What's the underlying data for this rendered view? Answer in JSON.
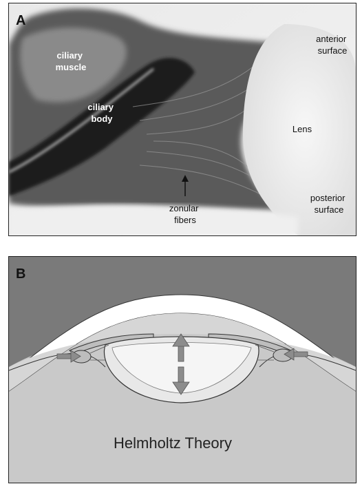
{
  "panel_a": {
    "letter": "A",
    "labels": {
      "ciliary_muscle": [
        "ciliary",
        "muscle"
      ],
      "ciliary_body": [
        "ciliary",
        "body"
      ],
      "anterior_surface": [
        "anterior",
        "surface"
      ],
      "lens": "Lens",
      "zonular_fibers": [
        "zonular",
        "fibers"
      ],
      "posterior_surface": [
        "posterior",
        "surface"
      ]
    }
  },
  "panel_b": {
    "letter": "B",
    "title": "Helmholtz Theory"
  },
  "colors": {
    "photo_light": "#f2f2f2",
    "photo_dark": "#2a2a2a",
    "diagram_dark": "#7a7a7a",
    "diagram_mid": "#c8c8c8",
    "diagram_light": "#e6e6e6",
    "arrow": "#8c8c8c"
  }
}
